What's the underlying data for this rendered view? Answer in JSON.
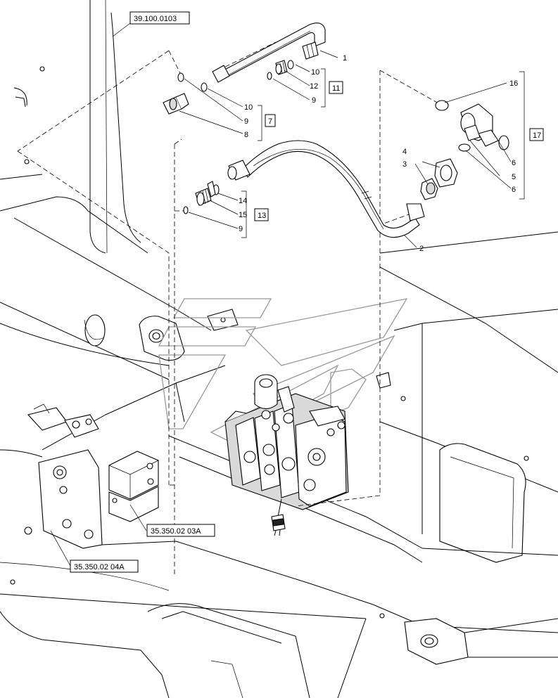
{
  "references": [
    {
      "id": "ref-39-100-0103",
      "label": "39.100.0103"
    },
    {
      "id": "ref-35-350-02-03a",
      "label": "35.350.02 03A"
    },
    {
      "id": "ref-35-350-02-04a",
      "label": "35.350.02 04A"
    }
  ],
  "callouts": {
    "c1": "1",
    "c10a": "10",
    "c12": "12",
    "c9a": "9",
    "c10b": "10",
    "c9b": "9",
    "c8": "8",
    "c16": "16",
    "c4": "4",
    "c3": "3",
    "c6a": "6",
    "c5": "5",
    "c6b": "6",
    "c14": "14",
    "c15": "15",
    "c9c": "9",
    "c2": "2"
  },
  "kits": {
    "k11": "11",
    "k7": "7",
    "k17": "17",
    "k13": "13"
  }
}
